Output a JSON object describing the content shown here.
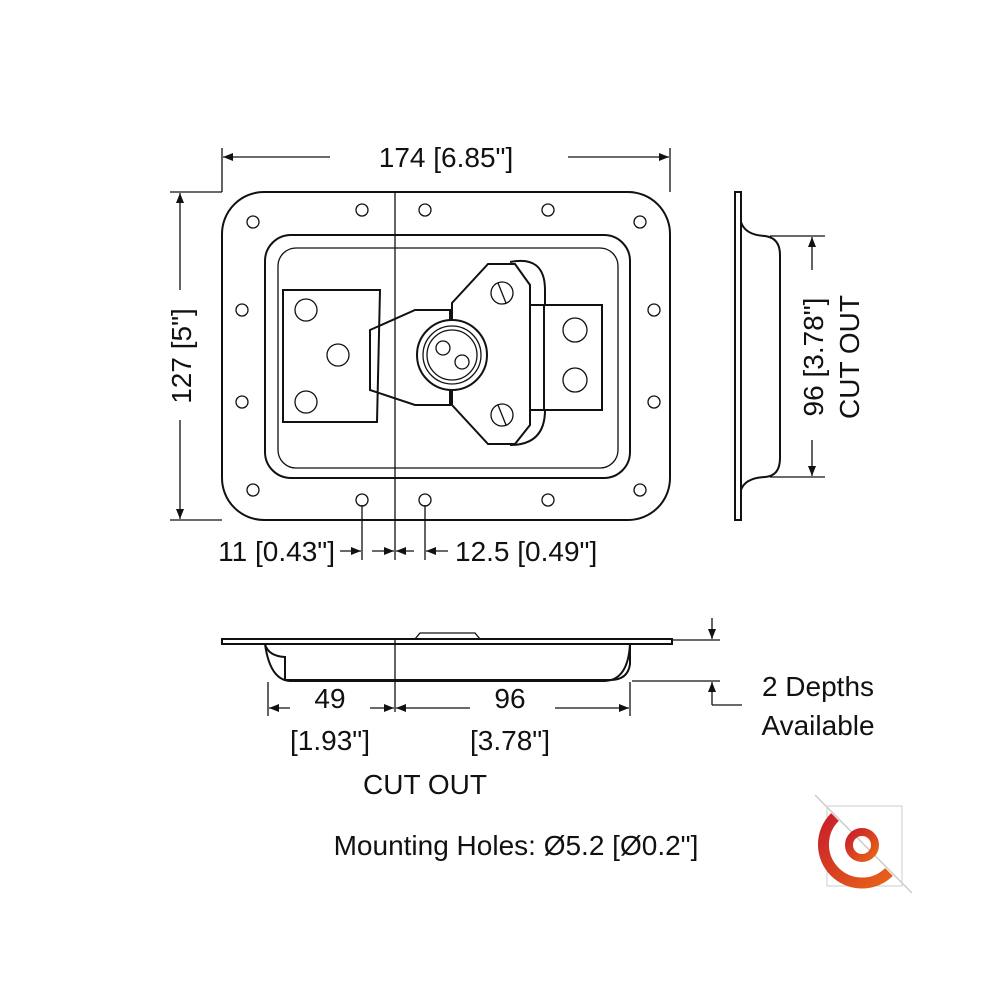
{
  "dimensions": {
    "width": "174 [6.85\"]",
    "height": "127 [5\"]",
    "cutout_height": "96 [3.78\"]",
    "cutout_height_label": "CUT OUT",
    "left_hole_offset": "11 [0.43\"]",
    "right_hole_offset": "12.5 [0.49\"]",
    "left_cutout_mm": "49",
    "left_cutout_in": "[1.93\"]",
    "right_cutout_mm": "96",
    "right_cutout_in": "[3.78\"]",
    "cutout_label": "CUT OUT",
    "depth_line1": "2 Depths",
    "depth_line2": "Available"
  },
  "mounting_holes": "Mounting Holes: Ø5.2 [Ø0.2\"]",
  "logo": {
    "name": "brand-logo",
    "colors": [
      "#c8202a",
      "#e8621a"
    ]
  }
}
